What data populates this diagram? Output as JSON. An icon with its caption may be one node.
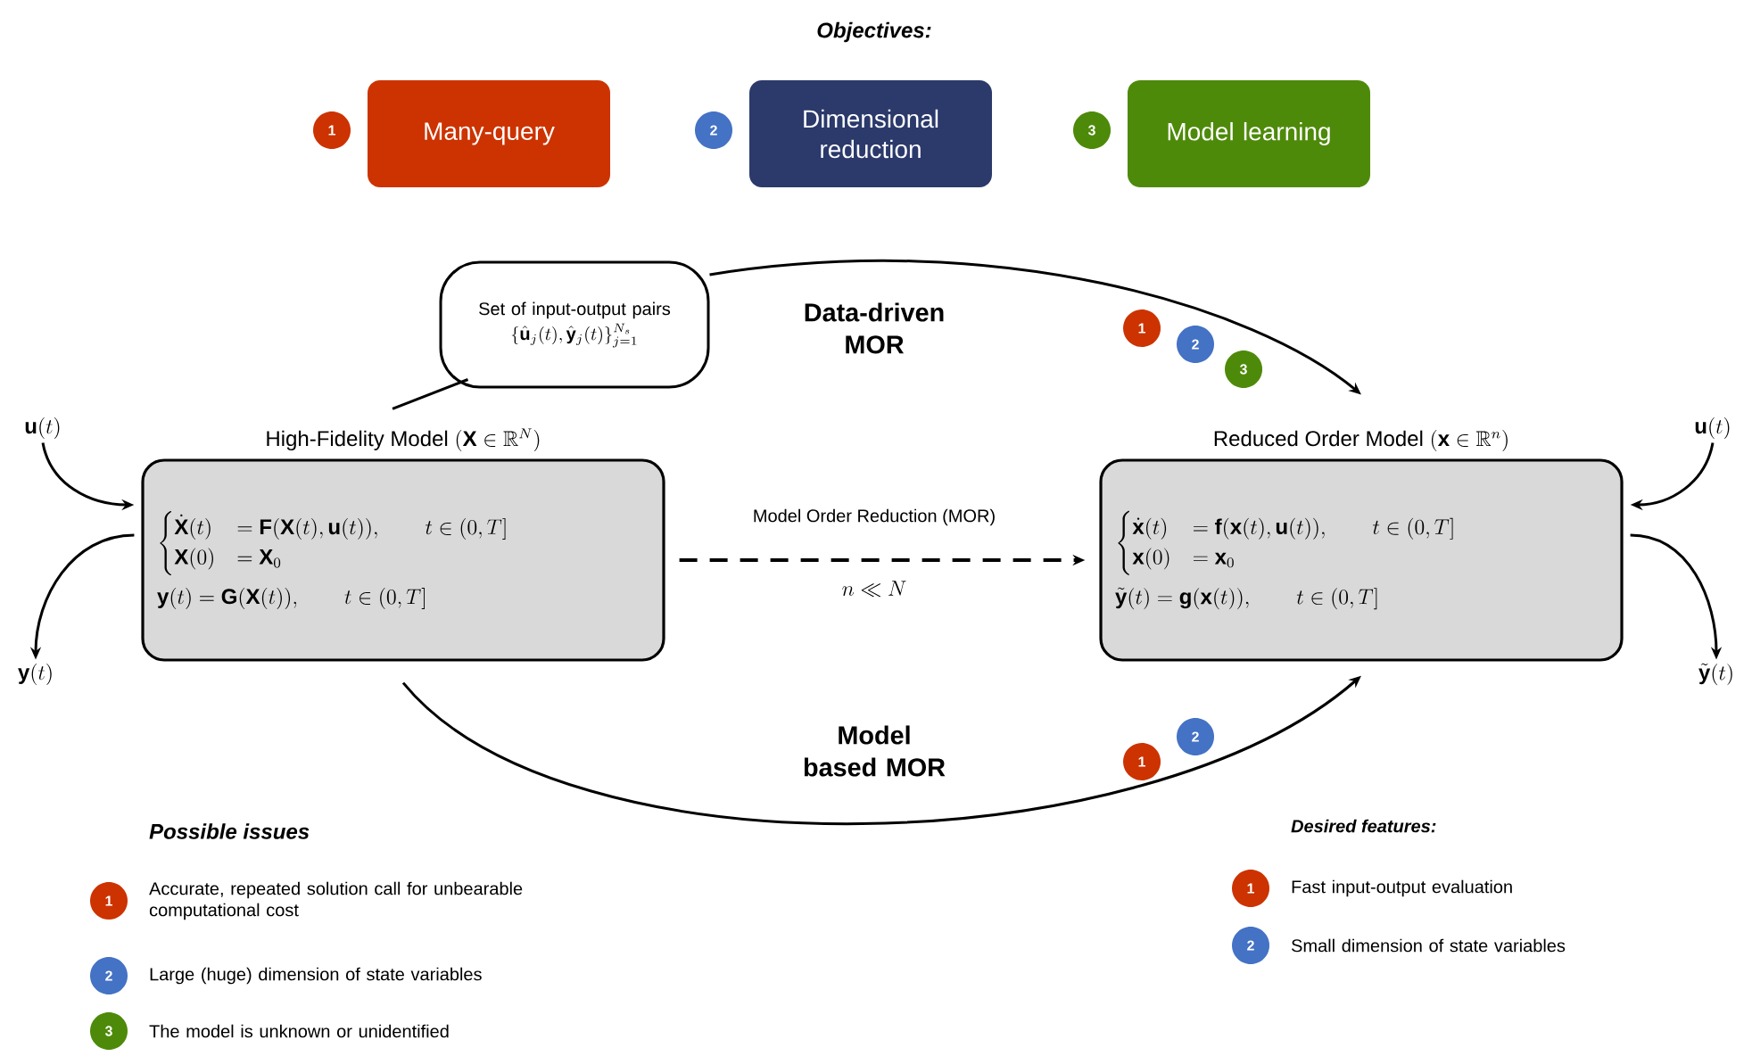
{
  "diagram": {
    "title": "Objectives:",
    "nodes": [
      {
        "text": [
          "Many-query"
        ],
        "beside": [
          "1"
        ]
      },
      {
        "text": [
          "Dimensional reduction"
        ],
        "beside": [
          "2"
        ]
      },
      {
        "text": [
          "Model learning"
        ],
        "beside": [
          "3"
        ]
      },
      {
        "text": [
          "Set of input-output pairs",
          "\\{\\hat{\\mathbf{u}}_j(t),\\hat{\\mathbf{y}}_j(t)\\}_{j=1}^{N_s}"
        ]
      },
      {
        "text": [
          "\\text{High-Fidelity Model }(\\mathbf{X}\\in\\mathbb{R}^N)",
          "\\begin{cases}\\dot{\\mathbf{X}}(t) & = \\mathbf{F}(\\mathbf{X}(t),\\mathbf{u}(t)), \\qquad t\\in(0,T]\\\\ \\mathbf{X}(0) & = \\mathbf{X}_0\\end{cases}",
          "\\mathbf{y}(t) = \\mathbf{G}(\\mathbf{X}(t)), \\qquad t\\in(0,T]"
        ]
      },
      {
        "text": [
          "\\text{Reduced Order Model }(\\mathbf{x}\\in\\mathbb{R}^n)",
          "\\begin{cases}\\dot{\\mathbf{x}}(t) & = \\mathbf{f}(\\mathbf{x}(t),\\mathbf{u}(t)), \\qquad t\\in(0,T]\\\\ \\mathbf{x}(0) & = \\mathbf{x}_0\\end{cases}",
          "\\tilde{\\mathbf{y}}(t) = \\mathbf{g}(\\mathbf{x}(t)), \\qquad t\\in(0,T]"
        ]
      },
      {
        "text": [
          "\\mathbf{u}(t)"
        ]
      },
      {
        "text": [
          "\\mathbf{y}(t)"
        ]
      },
      {
        "text": [
          "\\mathbf{u}(t)"
        ]
      },
      {
        "text": [
          "\\tilde{\\mathbf{y}}(t)"
        ]
      }
    ],
    "edges": [
      {
        "from": 6,
        "to": 4,
        "arrow": "to"
      },
      {
        "from": 4,
        "to": 7,
        "arrow": "to"
      },
      {
        "from": 8,
        "to": 5,
        "arrow": "to"
      },
      {
        "from": 5,
        "to": 9,
        "arrow": "to"
      },
      {
        "from": 4,
        "to": 5,
        "arrow": "to",
        "style": "dashed",
        "label": "Model Order Reduction (MOR)"
      },
      {
        "from": 4,
        "to": 3,
        "arrow": "none"
      },
      {
        "from": 3,
        "to": 5,
        "arrow": "to",
        "label": "Data-driven MOR"
      },
      {
        "from": 4,
        "to": 5,
        "arrow": "to",
        "label": "Model based MOR"
      }
    ],
    "labels": [
      "1",
      "2",
      "3",
      "n \\ll N",
      "1",
      "2",
      "Possible issues",
      "1",
      "Accurate, repeated solution call for unbearable computational cost",
      "2",
      "Large (huge) dimension of state variables",
      "3",
      "The model is unknown or unidentified",
      "Desired features:",
      "1",
      "Fast input-output evaluation",
      "2",
      "Small dimension of state variables"
    ]
  }
}
